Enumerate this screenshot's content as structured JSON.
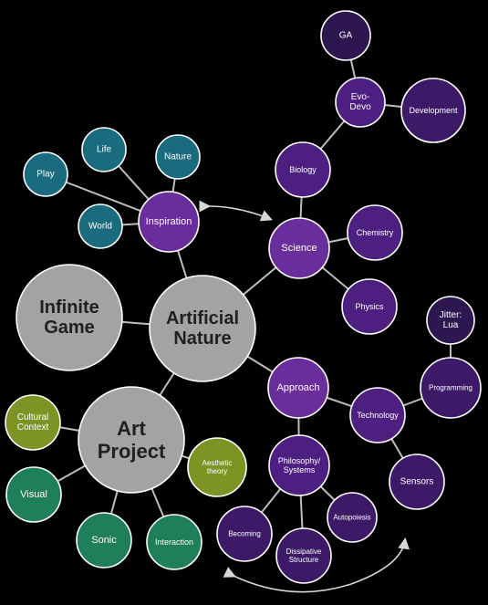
{
  "nodes": [
    {
      "id": "infinite_game",
      "label": [
        "Infinite",
        "Game"
      ],
      "color": "#a3a3a3"
    },
    {
      "id": "artificial_nature",
      "label": [
        "Artificial",
        "Nature"
      ],
      "color": "#a3a3a3"
    },
    {
      "id": "art_project",
      "label": [
        "Art",
        "Project"
      ],
      "color": "#a3a3a3"
    },
    {
      "id": "inspiration",
      "label": [
        "Inspiration"
      ],
      "color": "#6a2d9c"
    },
    {
      "id": "play",
      "label": [
        "Play"
      ],
      "color": "#1a6b7e"
    },
    {
      "id": "life",
      "label": [
        "Life"
      ],
      "color": "#1a6b7e"
    },
    {
      "id": "nature",
      "label": [
        "Nature"
      ],
      "color": "#1a6b7e"
    },
    {
      "id": "world",
      "label": [
        "World"
      ],
      "color": "#1a6b7e"
    },
    {
      "id": "science",
      "label": [
        "Science"
      ],
      "color": "#6a2d9c"
    },
    {
      "id": "biology",
      "label": [
        "Biology"
      ],
      "color": "#4d1f80"
    },
    {
      "id": "evo_devo",
      "label": [
        "Evo-",
        "Devo"
      ],
      "color": "#4d1f80"
    },
    {
      "id": "ga",
      "label": [
        "GA"
      ],
      "color": "#2e1650"
    },
    {
      "id": "development",
      "label": [
        "Development"
      ],
      "color": "#3c1a68"
    },
    {
      "id": "chemistry",
      "label": [
        "Chemistry"
      ],
      "color": "#4d1f80"
    },
    {
      "id": "physics",
      "label": [
        "Physics"
      ],
      "color": "#4d1f80"
    },
    {
      "id": "approach",
      "label": [
        "Approach"
      ],
      "color": "#6a2d9c"
    },
    {
      "id": "technology",
      "label": [
        "Technology"
      ],
      "color": "#4d1f80"
    },
    {
      "id": "programming",
      "label": [
        "Programming"
      ],
      "color": "#3c1a68"
    },
    {
      "id": "jitter_lua",
      "label": [
        "Jitter:",
        "Lua"
      ],
      "color": "#2e1650"
    },
    {
      "id": "sensors",
      "label": [
        "Sensors"
      ],
      "color": "#3c1a68"
    },
    {
      "id": "philosophy",
      "label": [
        "Philosophy/",
        "Systems"
      ],
      "color": "#4d1f80"
    },
    {
      "id": "autopoiesis",
      "label": [
        "Autopoiesis"
      ],
      "color": "#3c1a68"
    },
    {
      "id": "becoming",
      "label": [
        "Becoming"
      ],
      "color": "#3c1a68"
    },
    {
      "id": "dissipative",
      "label": [
        "Dissipative",
        "Structure"
      ],
      "color": "#3c1a68"
    },
    {
      "id": "cultural_context",
      "label": [
        "Cultural",
        "Context"
      ],
      "color": "#7d9424"
    },
    {
      "id": "aesthetic_theory",
      "label": [
        "Aesthetic",
        "theory"
      ],
      "color": "#7d9424"
    },
    {
      "id": "visual",
      "label": [
        "Visual"
      ],
      "color": "#1e7f5a"
    },
    {
      "id": "sonic",
      "label": [
        "Sonic"
      ],
      "color": "#1e7f5a"
    },
    {
      "id": "interaction",
      "label": [
        "Interaction"
      ],
      "color": "#1e7f5a"
    }
  ],
  "edges": [
    [
      "infinite_game",
      "artificial_nature"
    ],
    [
      "artificial_nature",
      "inspiration"
    ],
    [
      "artificial_nature",
      "science"
    ],
    [
      "artificial_nature",
      "approach"
    ],
    [
      "artificial_nature",
      "art_project"
    ],
    [
      "inspiration",
      "play"
    ],
    [
      "inspiration",
      "life"
    ],
    [
      "inspiration",
      "nature"
    ],
    [
      "inspiration",
      "world"
    ],
    [
      "science",
      "biology"
    ],
    [
      "science",
      "chemistry"
    ],
    [
      "science",
      "physics"
    ],
    [
      "biology",
      "evo_devo"
    ],
    [
      "evo_devo",
      "ga"
    ],
    [
      "evo_devo",
      "development"
    ],
    [
      "approach",
      "technology"
    ],
    [
      "approach",
      "philosophy"
    ],
    [
      "technology",
      "programming"
    ],
    [
      "technology",
      "sensors"
    ],
    [
      "programming",
      "jitter_lua"
    ],
    [
      "philosophy",
      "autopoiesis"
    ],
    [
      "philosophy",
      "becoming"
    ],
    [
      "philosophy",
      "dissipative"
    ],
    [
      "art_project",
      "cultural_context"
    ],
    [
      "art_project",
      "aesthetic_theory"
    ],
    [
      "art_project",
      "visual"
    ],
    [
      "art_project",
      "sonic"
    ],
    [
      "art_project",
      "interaction"
    ]
  ],
  "arrows": [
    {
      "id": "inspiration-science",
      "from": "inspiration",
      "to": "science"
    },
    {
      "id": "philosophy-loop",
      "from": "becoming",
      "to": "sensors"
    }
  ]
}
